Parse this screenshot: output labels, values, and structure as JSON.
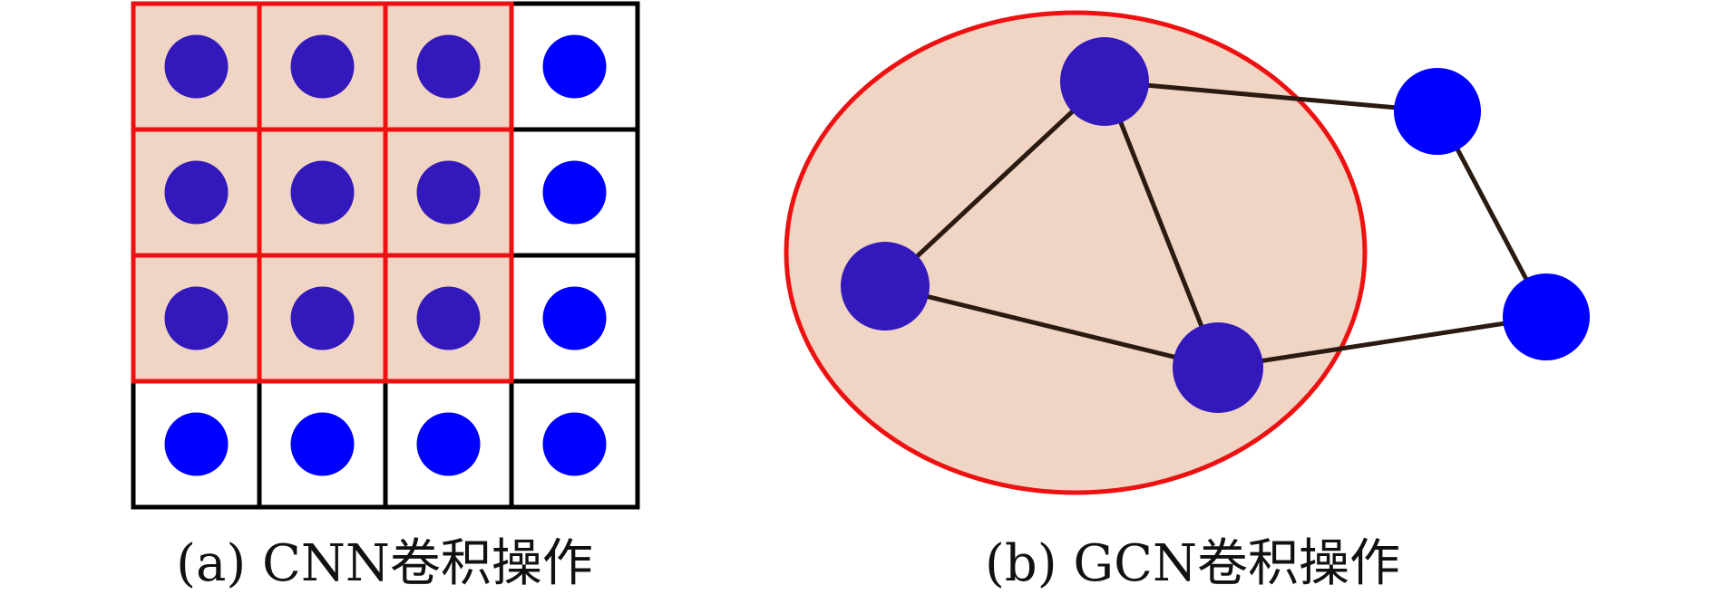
{
  "colors": {
    "background": "#ffffff",
    "grid_line": "#000000",
    "receptive_field_border": "#ee1111",
    "receptive_field_fill": "#f0d4c4",
    "node_inside": "#3318bb",
    "node_outside": "#0000ff",
    "edge": "#2a1a10"
  },
  "panel_a": {
    "caption": "(a) CNN卷积操作",
    "grid_rows": 4,
    "grid_cols": 4,
    "highlight_rows": 3,
    "highlight_cols": 3
  },
  "panel_b": {
    "caption": "(b) GCN卷积操作",
    "nodes": [
      {
        "id": "top",
        "in_field": true
      },
      {
        "id": "left",
        "in_field": true
      },
      {
        "id": "bottom",
        "in_field": true
      },
      {
        "id": "upper-right",
        "in_field": false
      },
      {
        "id": "lower-right",
        "in_field": false
      }
    ],
    "edges": [
      [
        "top",
        "upper-right"
      ],
      [
        "top",
        "left"
      ],
      [
        "top",
        "bottom"
      ],
      [
        "left",
        "bottom"
      ],
      [
        "bottom",
        "lower-right"
      ],
      [
        "upper-right",
        "lower-right"
      ]
    ]
  }
}
